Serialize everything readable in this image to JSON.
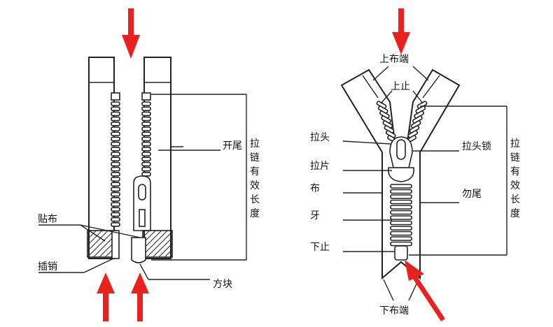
{
  "left_diagram": {
    "labels": {
      "open_end": "开尾",
      "reinforcement_tape": "贴布",
      "insertion_pin": "插销",
      "retainer_box": "方块",
      "effective_length": "拉链有效长度"
    }
  },
  "right_diagram": {
    "labels": {
      "top_tape_end": "上布端",
      "top_stop": "上止",
      "slider": "拉头",
      "puller": "拉片",
      "tape": "布",
      "teeth": "牙",
      "bottom_stop": "下止",
      "slider_lock": "拉头锁",
      "closed_end": "勿尾",
      "effective_length": "拉链有效长度",
      "bottom_tape_end": "下布端"
    }
  },
  "colors": {
    "arrow": "#e8221f",
    "line": "#222222"
  }
}
